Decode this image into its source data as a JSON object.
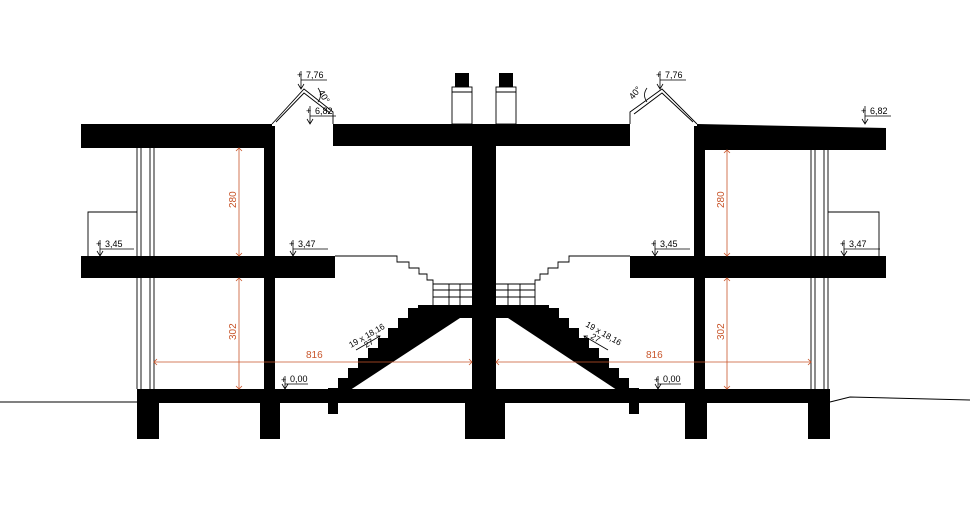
{
  "drawing": {
    "type": "building cross-section"
  },
  "levels": {
    "ground_left": "0,00",
    "ground_right": "0,00",
    "floor_left_outer": "3,45",
    "floor_left_inner": "3,47",
    "floor_right_inner": "3,45",
    "floor_right_outer": "3,47",
    "ridge_left": "7,76",
    "ridge_right": "7,76",
    "eave_left": "6,82",
    "eave_right": "6,82"
  },
  "level_prefix": "+",
  "dimensions": {
    "upper_height_left": "280",
    "lower_height_left": "302",
    "width_left": "816",
    "upper_height_right": "280",
    "lower_height_right": "302",
    "width_right": "816"
  },
  "roof_pitch": {
    "left": "40°",
    "right": "40°"
  },
  "stairs": {
    "left_line1": "19 x 18,16",
    "left_line2": "27",
    "right_line1": "19 x 18,16",
    "right_line2": "27"
  },
  "colors": {
    "structure": "#000000",
    "dimension": "#c8552a",
    "background": "#ffffff"
  }
}
